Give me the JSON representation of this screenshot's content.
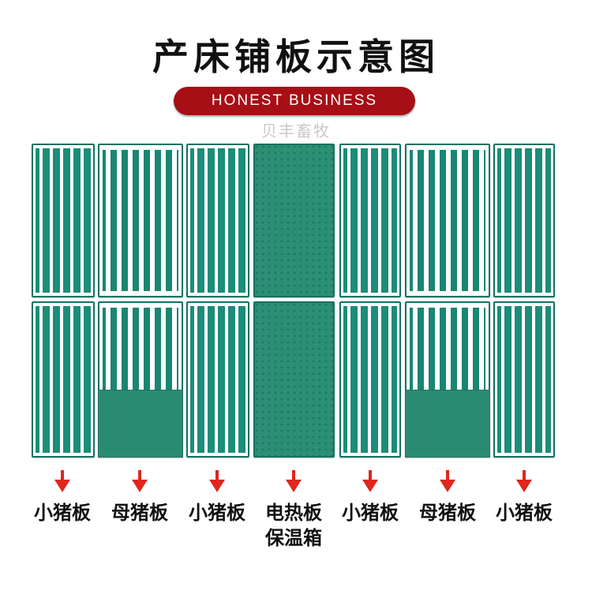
{
  "title": "产床铺板示意图",
  "banner": "HONEST BUSINESS",
  "watermark": "贝丰畜牧",
  "colors": {
    "panel_green": "#1c8d78",
    "banner_red": "#a50f15",
    "arrow_red": "#e0261e"
  },
  "labels": [
    {
      "line1": "小猪板",
      "line2": ""
    },
    {
      "line1": "母猪板",
      "line2": ""
    },
    {
      "line1": "小猪板",
      "line2": ""
    },
    {
      "line1": "电热板",
      "line2": "保温箱"
    },
    {
      "line1": "小猪板",
      "line2": ""
    },
    {
      "line1": "母猪板",
      "line2": ""
    },
    {
      "line1": "小猪板",
      "line2": ""
    }
  ]
}
